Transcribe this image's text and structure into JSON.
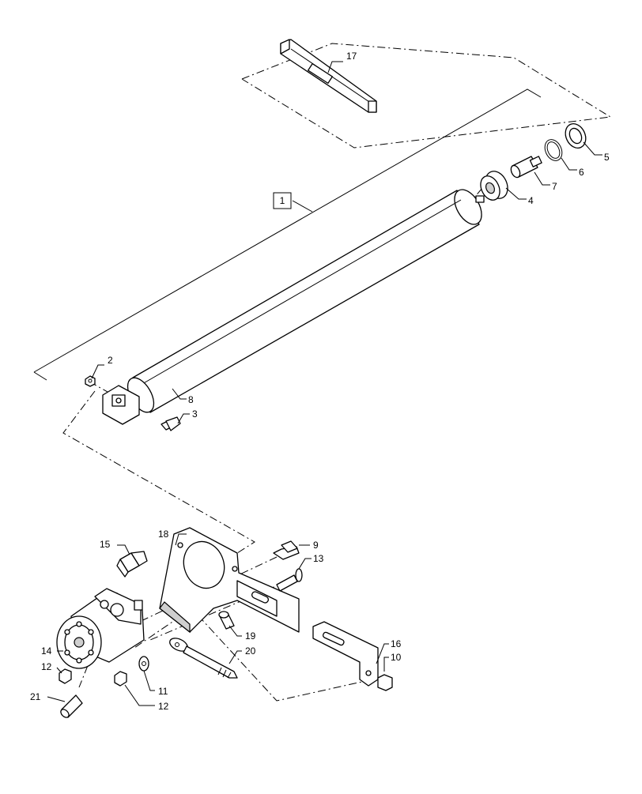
{
  "diagram": {
    "assembly_callout": "1",
    "callouts": [
      "17",
      "5",
      "6",
      "7",
      "4",
      "2",
      "8",
      "3",
      "18",
      "15",
      "9",
      "13",
      "14",
      "12",
      "19",
      "20",
      "16",
      "10",
      "11",
      "12",
      "21"
    ]
  }
}
